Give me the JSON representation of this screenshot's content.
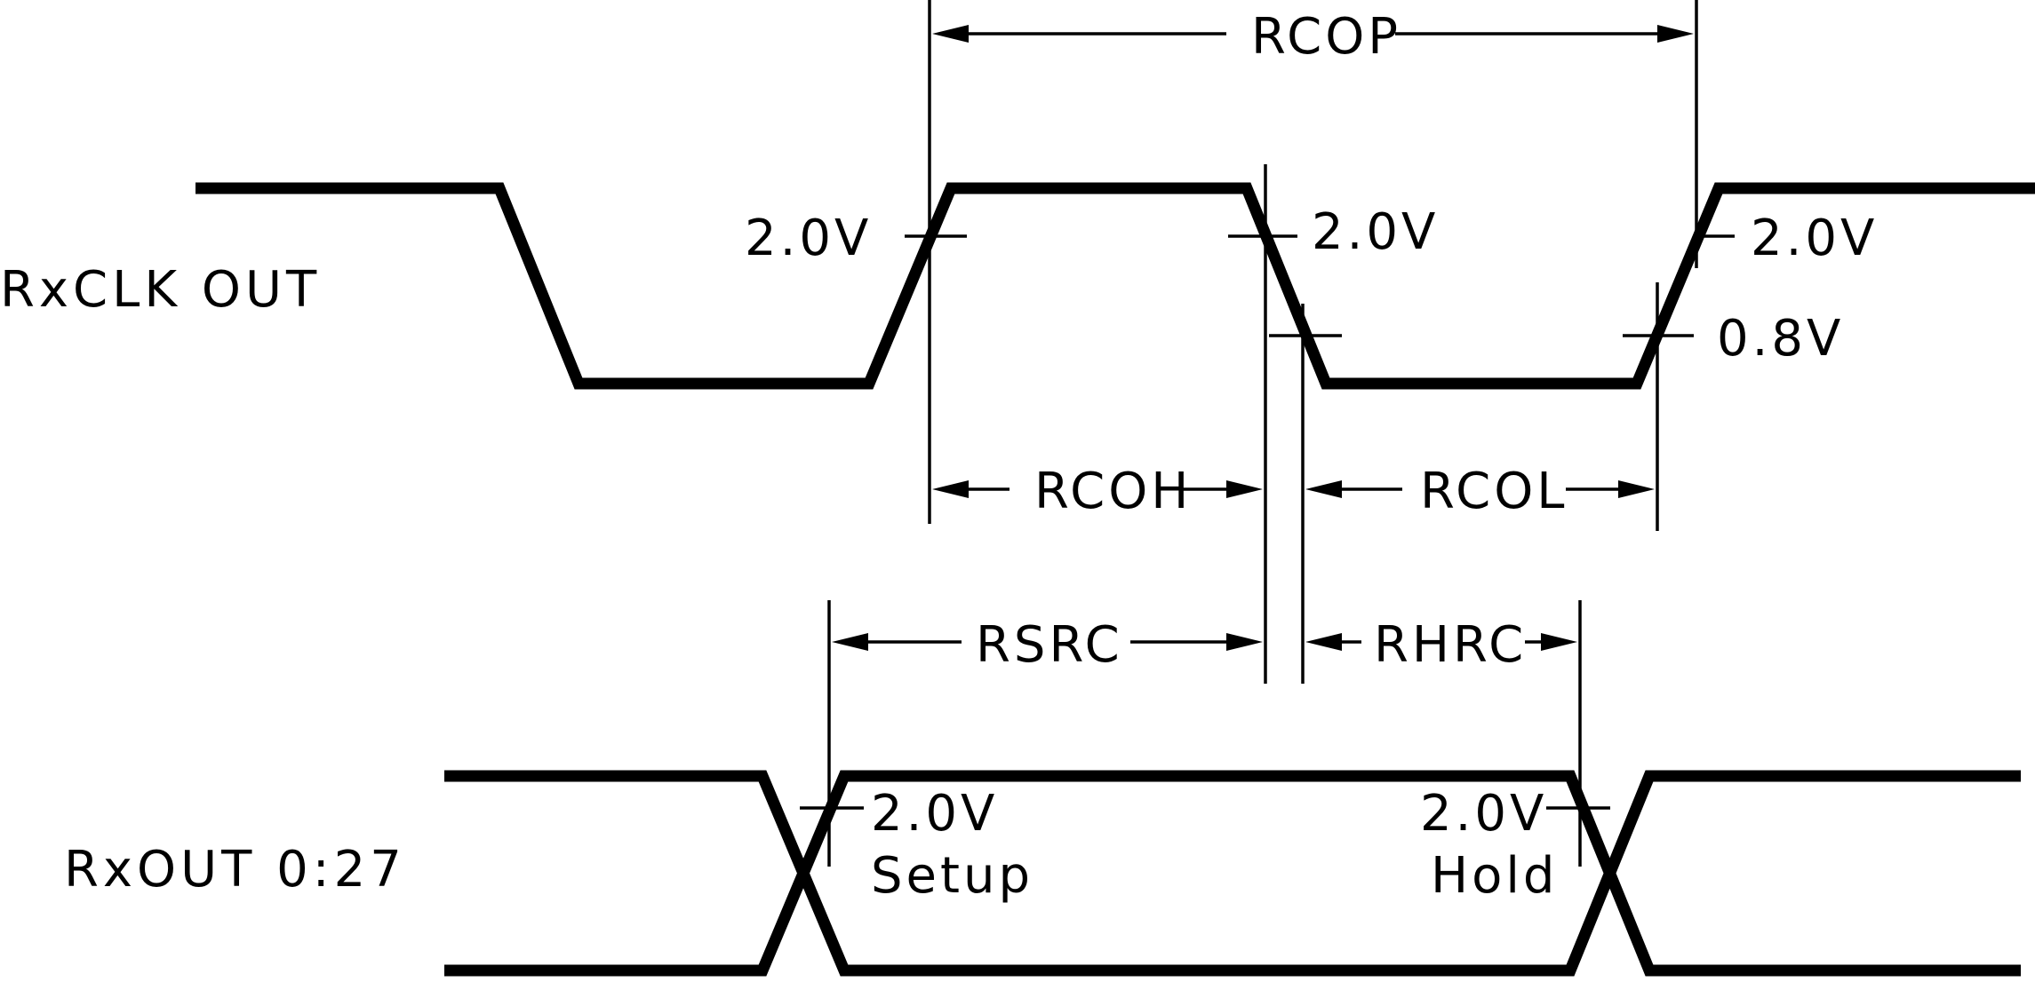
{
  "signals": {
    "clock": "RxCLK OUT",
    "data": "RxOUT 0:27"
  },
  "thresholds": {
    "clk_rise_high": "2.0V",
    "clk_fall_high": "2.0V",
    "clk_fall_low": "0.8V",
    "clk_next_rise_high": "2.0V",
    "data_setup_level": "2.0V",
    "data_hold_level": "2.0V"
  },
  "annotations": {
    "setup": "Setup",
    "hold": "Hold"
  },
  "timing": {
    "period": "RCOP",
    "high_time": "RCOH",
    "low_time": "RCOL",
    "setup_time": "RSRC",
    "hold_time": "RHRC"
  },
  "colors": {
    "ink": "#000000",
    "background": "#ffffff"
  }
}
